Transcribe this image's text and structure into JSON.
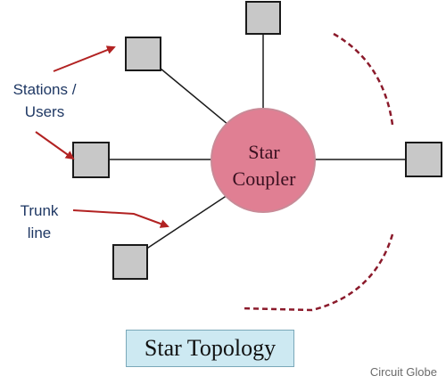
{
  "coupler": {
    "line1": "Star",
    "line2": "Coupler"
  },
  "labels": {
    "stations_line1": "Stations /",
    "stations_line2": "Users",
    "trunk_line1": "Trunk",
    "trunk_line2": "line"
  },
  "title": "Star Topology",
  "watermark": "Circuit Globe",
  "stations": [
    "top",
    "upper-left",
    "left",
    "right",
    "lower-left"
  ],
  "colors": {
    "coupler_fill": "#e07f93",
    "coupler_stroke": "#c98a97",
    "station_fill": "#c8c8c8",
    "station_stroke": "#1a1a1a",
    "arrow": "#b22222",
    "dashed_arc": "#8b1a2b",
    "title_bg": "#cde9f2",
    "label_text": "#1f3864"
  }
}
